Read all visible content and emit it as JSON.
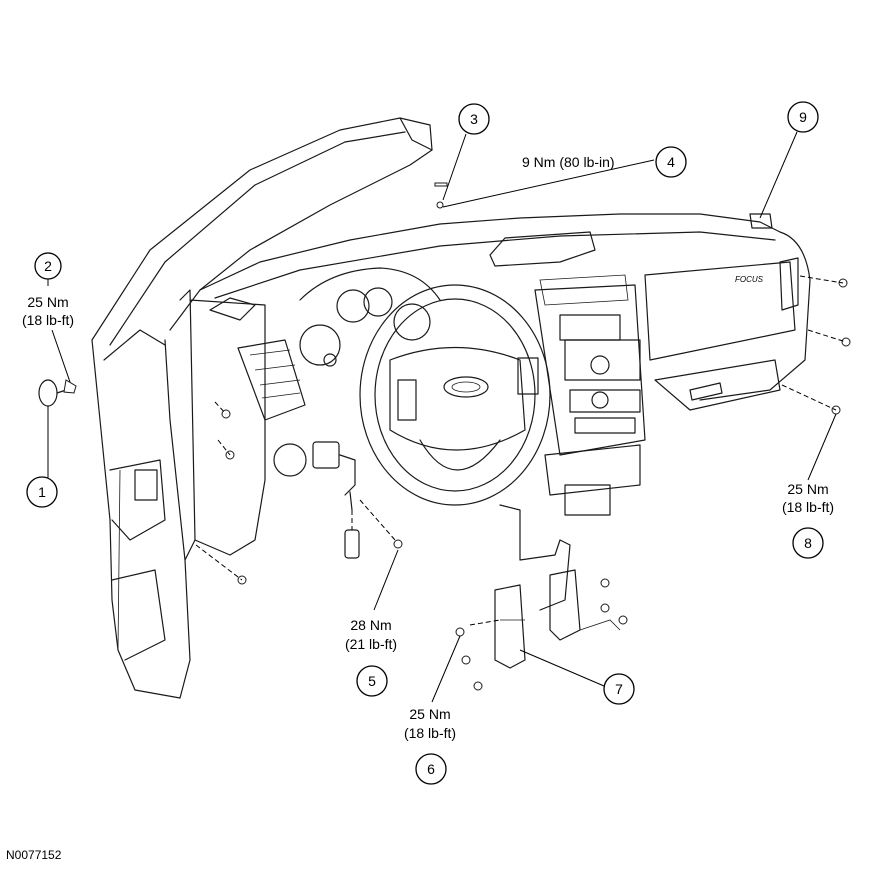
{
  "figure_id": "N0077152",
  "callouts": [
    {
      "number": "1"
    },
    {
      "number": "2",
      "torque_nm": "25 Nm",
      "torque_imperial": "(18 lb-ft)"
    },
    {
      "number": "3"
    },
    {
      "number": "4",
      "torque": "9 Nm (80 lb-in)"
    },
    {
      "number": "5",
      "torque_nm": "28 Nm",
      "torque_imperial": "(21 lb-ft)"
    },
    {
      "number": "6",
      "torque_nm": "25 Nm",
      "torque_imperial": "(18 lb-ft)"
    },
    {
      "number": "7"
    },
    {
      "number": "8",
      "torque_nm": "25 Nm",
      "torque_imperial": "(18 lb-ft)"
    },
    {
      "number": "9"
    }
  ],
  "badge_text": "FOCUS"
}
